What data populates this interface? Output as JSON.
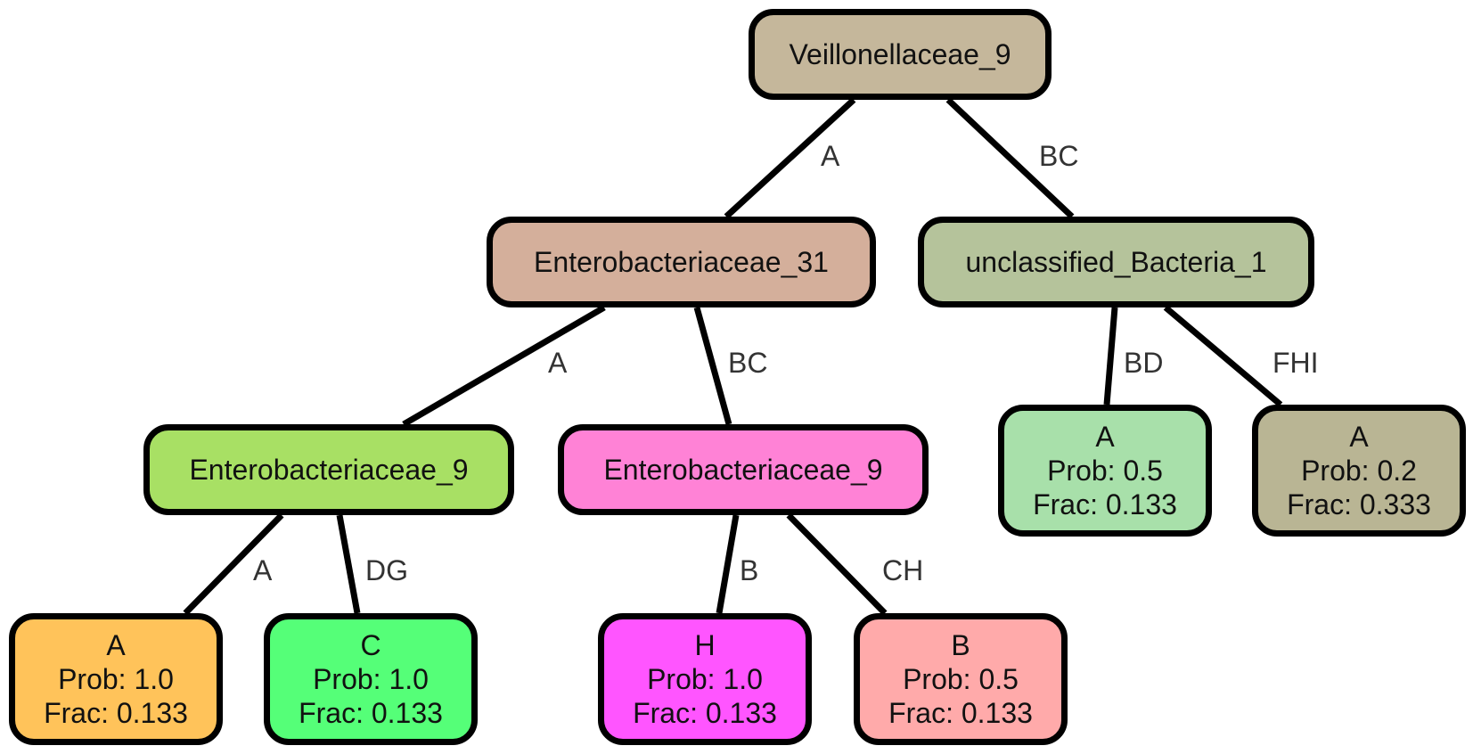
{
  "nodes": {
    "root": {
      "label": "Veillonellaceae_9",
      "color": "#c5b79b"
    },
    "entero31": {
      "label": "Enterobacteriaceae_31",
      "color": "#d4af9b"
    },
    "unclass": {
      "label": "unclassified_Bacteria_1",
      "color": "#b5c39b"
    },
    "entero9a": {
      "label": "Enterobacteriaceae_9",
      "color": "#a8e064"
    },
    "entero9b": {
      "label": "Enterobacteriaceae_9",
      "color": "#ff82d6"
    },
    "leafA1": {
      "label": "A",
      "prob": "Prob: 1.0",
      "frac": "Frac: 0.133",
      "color": "#ffc35a"
    },
    "leafC": {
      "label": "C",
      "prob": "Prob: 1.0",
      "frac": "Frac: 0.133",
      "color": "#55ff78"
    },
    "leafH": {
      "label": "H",
      "prob": "Prob: 1.0",
      "frac": "Frac: 0.133",
      "color": "#ff55ff"
    },
    "leafB": {
      "label": "B",
      "prob": "Prob: 0.5",
      "frac": "Frac: 0.133",
      "color": "#ffaaaa"
    },
    "leafA2": {
      "label": "A",
      "prob": "Prob: 0.5",
      "frac": "Frac: 0.133",
      "color": "#a8e0aa"
    },
    "leafA3": {
      "label": "A",
      "prob": "Prob: 0.2",
      "frac": "Frac: 0.333",
      "color": "#b9b594"
    }
  },
  "edges": {
    "root_entero31": "A",
    "root_unclass": "BC",
    "entero31_entero9a": "A",
    "entero31_entero9b": "BC",
    "unclass_leafA2": "BD",
    "unclass_leafA3": "FHI",
    "entero9a_leafA1": "A",
    "entero9a_leafC": "DG",
    "entero9b_leafH": "B",
    "entero9b_leafB": "CH"
  }
}
